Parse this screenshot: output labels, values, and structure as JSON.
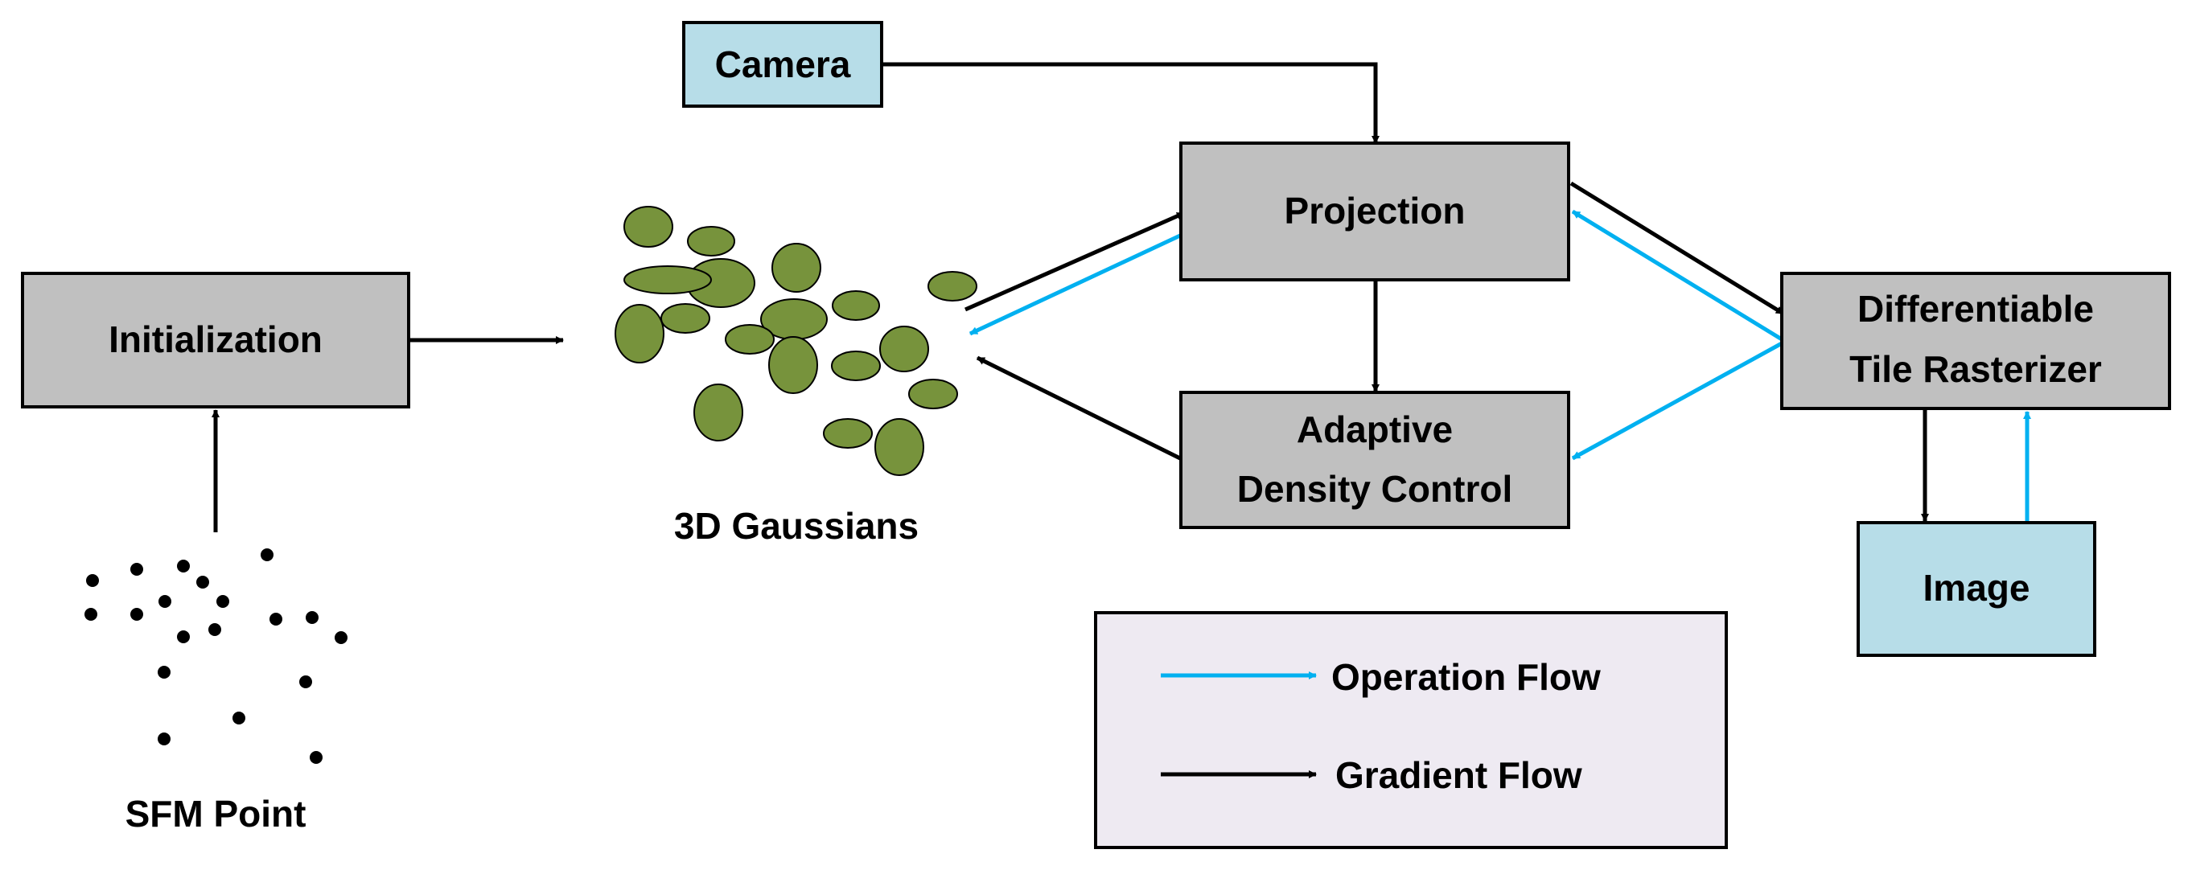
{
  "colors": {
    "process_box": "#c0c0c0",
    "io_box": "#b7dde8",
    "legend_box": "#eeeaf2",
    "gaussian": "#77933c",
    "operation_arrow": "#00b0f0",
    "gradient_arrow": "#000000"
  },
  "nodes": {
    "initialization": "Initialization",
    "camera": "Camera",
    "projection": "Projection",
    "adaptive_line1": "Adaptive",
    "adaptive_line2": "Density Control",
    "rasterizer_line1": "Differentiable",
    "rasterizer_line2": "Tile Rasterizer",
    "image": "Image"
  },
  "captions": {
    "gaussians": "3D Gaussians",
    "sfm": "SFM Point"
  },
  "legend": {
    "operation": "Operation Flow",
    "gradient": "Gradient Flow"
  }
}
